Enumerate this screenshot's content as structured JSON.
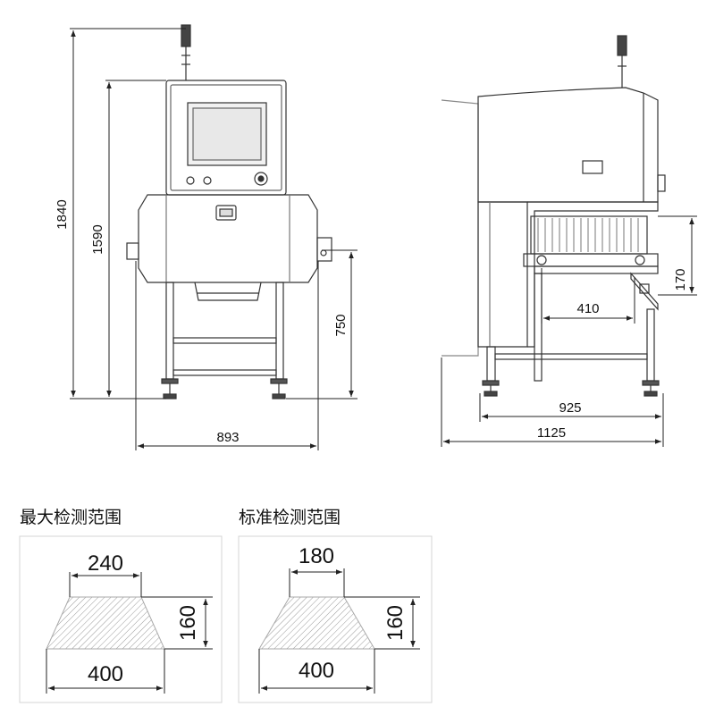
{
  "front_view": {
    "dims": {
      "total_height": "1840",
      "body_height": "1590",
      "conveyor_height": "750",
      "width": "893"
    }
  },
  "side_view": {
    "dims": {
      "tunnel_height": "170",
      "tunnel_width": "410",
      "base_length": "925",
      "total_length": "1125"
    }
  },
  "ranges": [
    {
      "title": "最大检测范围",
      "top_width": "240",
      "height": "160",
      "bottom_width": "400"
    },
    {
      "title": "标准检测范围",
      "top_width": "180",
      "height": "160",
      "bottom_width": "400"
    }
  ],
  "colors": {
    "line": "#333333",
    "dim": "#222222",
    "hatch": "#888888",
    "panel_bg": "#ffffff",
    "screen": "#e8e8e8"
  }
}
